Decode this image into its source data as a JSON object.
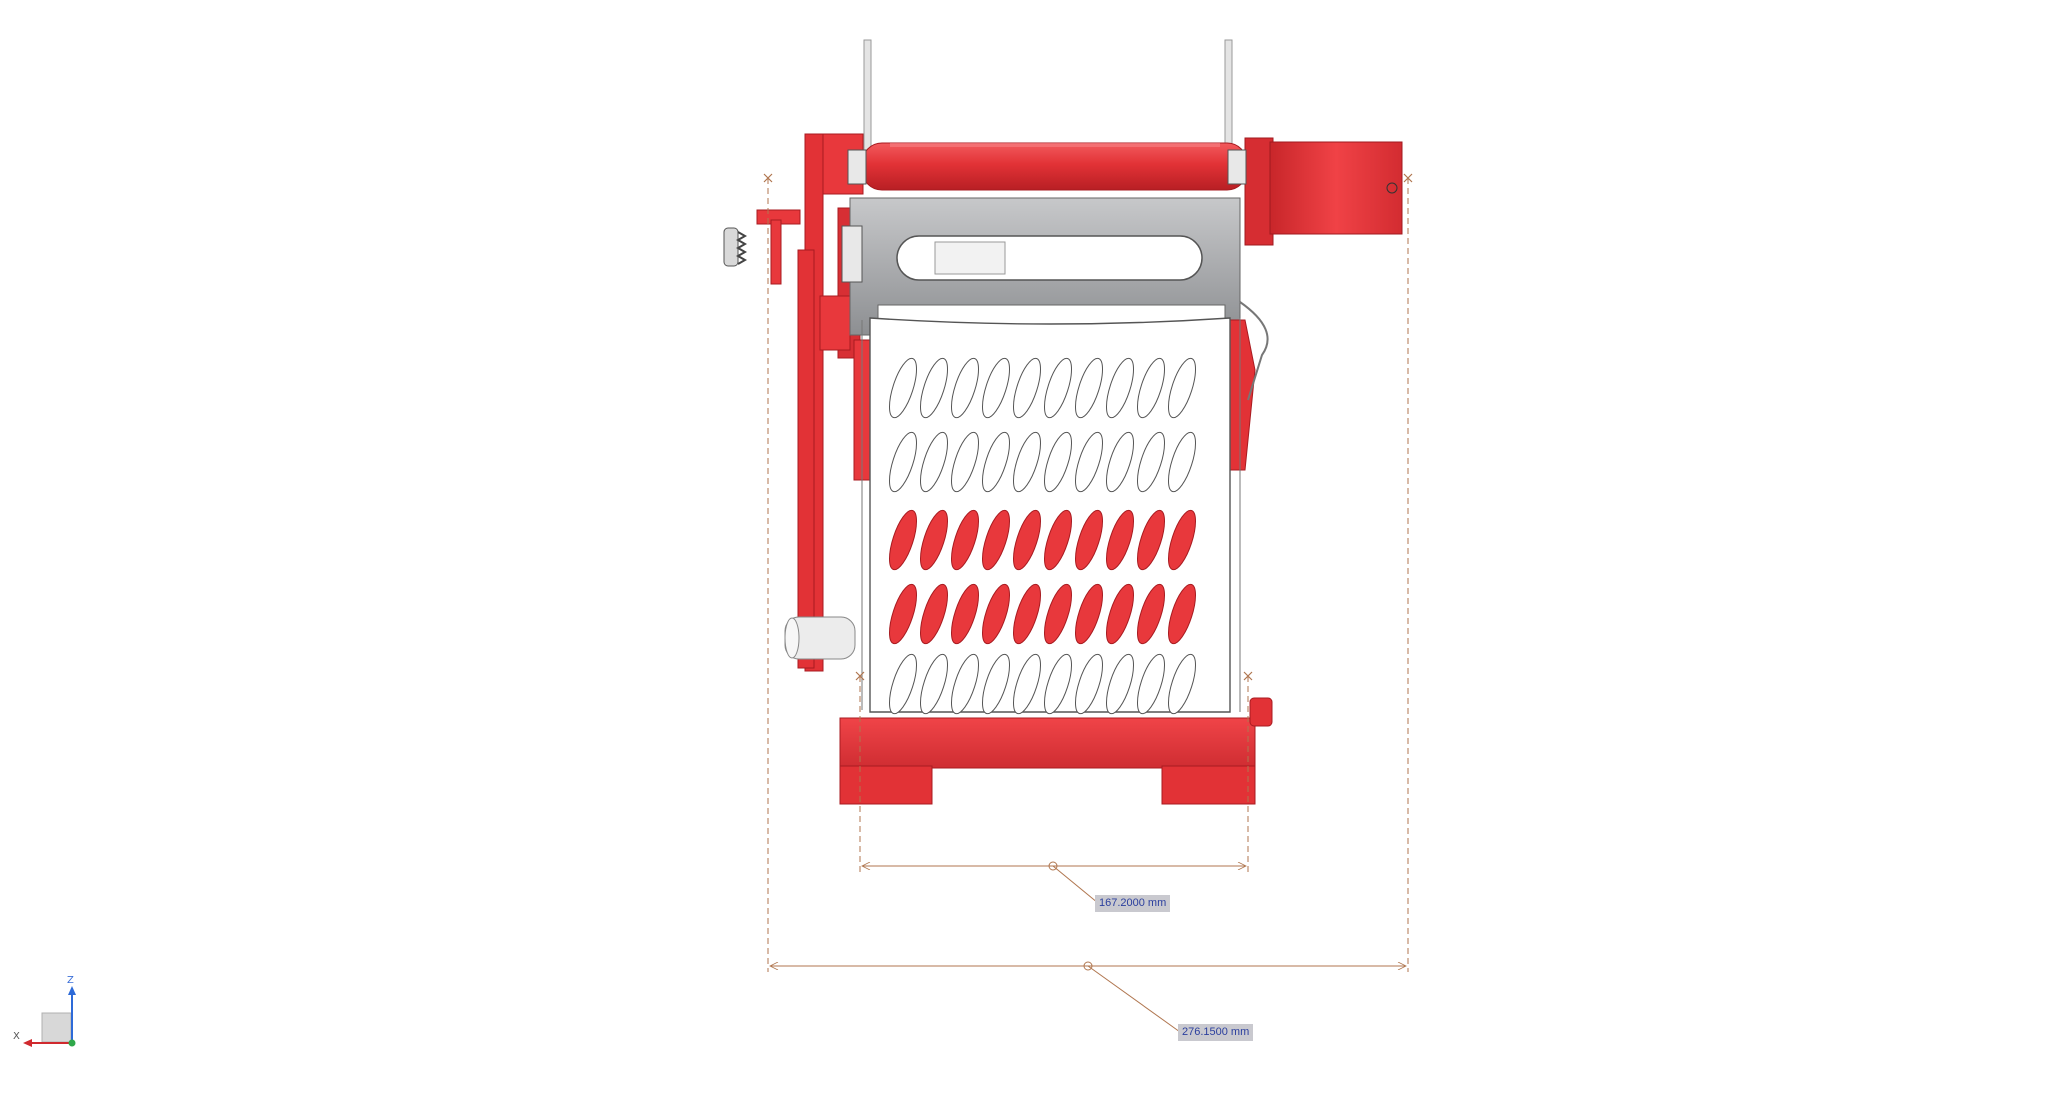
{
  "viewport": {
    "background": "#ffffff",
    "model_color": "#e8383c",
    "frame_color": "#9ea0a2"
  },
  "dimensions": {
    "inner_width": {
      "value": "167.2000 mm"
    },
    "outer_width": {
      "value": "276.1500 mm"
    }
  },
  "triad": {
    "z_label": "Z",
    "x_label": "X"
  },
  "icons": [
    "triad-icon",
    "dimension-arrow-icon",
    "knurled-knob-icon"
  ]
}
